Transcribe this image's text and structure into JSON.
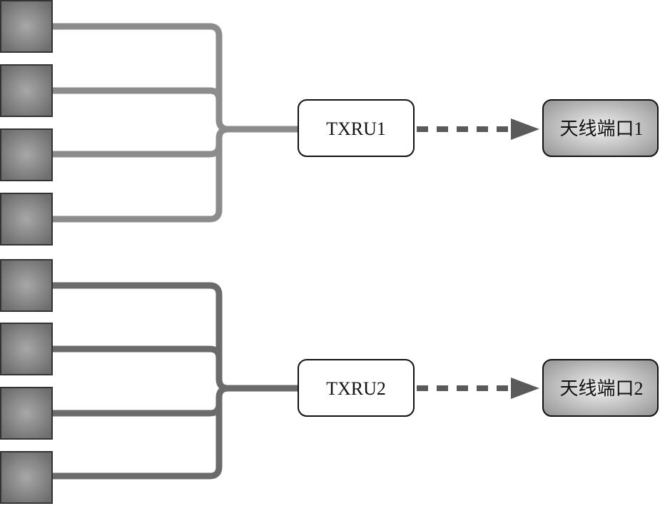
{
  "colors": {
    "group1_line": "#8c8c8c",
    "group2_line": "#6b6b6b",
    "arrow": "#5a5a5a",
    "element_center": "#a8a8a8",
    "element_edge": "#6e6e6e",
    "port_center": "#f2f2f2",
    "port_edge": "#9a9a9a"
  },
  "icons": {
    "element": "antenna-element-square",
    "arrow": "dashed-arrow-right"
  },
  "groups": [
    {
      "txru_label": "TXRU1",
      "port_label": "天线端口1",
      "element_count": 4
    },
    {
      "txru_label": "TXRU2",
      "port_label": "天线端口2",
      "element_count": 4
    }
  ]
}
